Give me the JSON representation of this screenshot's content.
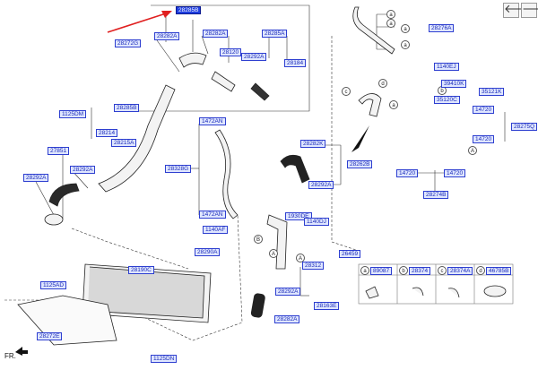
{
  "nav": {
    "back_icon": "arrow-left-icon",
    "forward_icon": "arrow-right-icon",
    "back_glyph": "🡐",
    "forward_glyph": "🡒"
  },
  "orientation_label": "FR.",
  "labels": {
    "p28285B_top": "28285B",
    "p28272G": "28272G",
    "p28282A_a": "28282A",
    "p28282A_b": "28282A",
    "p28285A": "28285A",
    "p28120": "28120",
    "p28292A_a": "28292A",
    "p28184": "28184",
    "p28285B": "28285B",
    "p1125DM": "1125DM",
    "p28214": "28214",
    "p28215A": "28215A",
    "p27851": "27851",
    "p28292A_b": "28292A",
    "p28292A_c": "28292A",
    "p1472AN_a": "1472AN",
    "p28328G": "28328G",
    "p1472AN_b": "1472AN",
    "p1140AF": "1140AF",
    "p28290A": "28290A",
    "p28282K": "28282K",
    "p28262B": "28262B",
    "p28292A_d": "28292A",
    "p1930DE": "1930DE",
    "p1140DJ": "1140DJ",
    "p26459": "26459",
    "p28312": "28312",
    "p28190C": "28190C",
    "p1125AD": "1125AD",
    "p28292A_e": "28292A",
    "p28163E": "28163E",
    "p28282A_c": "28282A",
    "p28272E": "28272E",
    "p1125DN": "1125DN",
    "p28276A": "28276A",
    "p1140EJ": "1140EJ",
    "p39410K": "39410K",
    "p35121K": "35121K",
    "p35120C": "35120C",
    "p14720_a": "14720",
    "p28275Q": "28275Q",
    "p14720_b": "14720",
    "p14720_c": "14720",
    "p14720_d": "14720",
    "p28274B": "28274B"
  },
  "callout_letters": {
    "a1": "a",
    "a2": "a",
    "a3": "a",
    "a4": "a",
    "b1": "b",
    "c1": "c",
    "d1": "d",
    "a5": "a",
    "A1": "A",
    "B1": "B",
    "A2": "A",
    "A3": "A"
  },
  "legend": [
    {
      "letter": "a",
      "part": "89087"
    },
    {
      "letter": "b",
      "part": "28374"
    },
    {
      "letter": "c",
      "part": "28374A"
    },
    {
      "letter": "d",
      "part": "46785B"
    }
  ],
  "colors": {
    "label_border": "#2e3fd0",
    "label_fill": "#dfe6ff",
    "label_highlight": "#1f3fe0",
    "pointer_arrow": "#e02020"
  }
}
